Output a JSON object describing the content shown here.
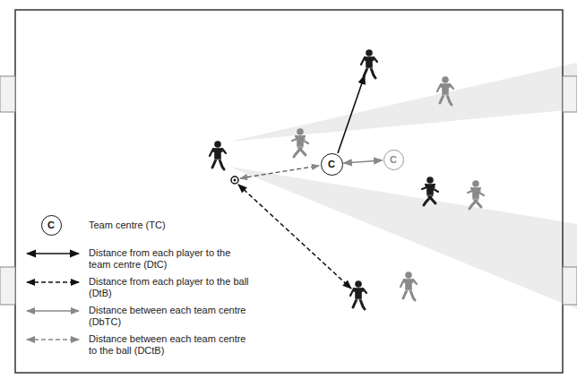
{
  "diagram": {
    "nodes": [
      {
        "text": [
          "C"
        ]
      },
      {
        "text": [
          "C"
        ]
      },
      {
        "text": [
          "C"
        ]
      }
    ],
    "edges": [
      {
        "from": 0,
        "to": 1,
        "arrow": "both"
      }
    ],
    "legend": [
      {
        "text": "Team centre (TC)"
      },
      {
        "text": "Distance from each player to the team centre (DtC)"
      },
      {
        "text": "Distance from each player to the ball (DtB)"
      },
      {
        "text": "Distance between each team centre (DbTC)"
      },
      {
        "text": "Distance between each team centre to the ball (DCtB)"
      }
    ]
  }
}
